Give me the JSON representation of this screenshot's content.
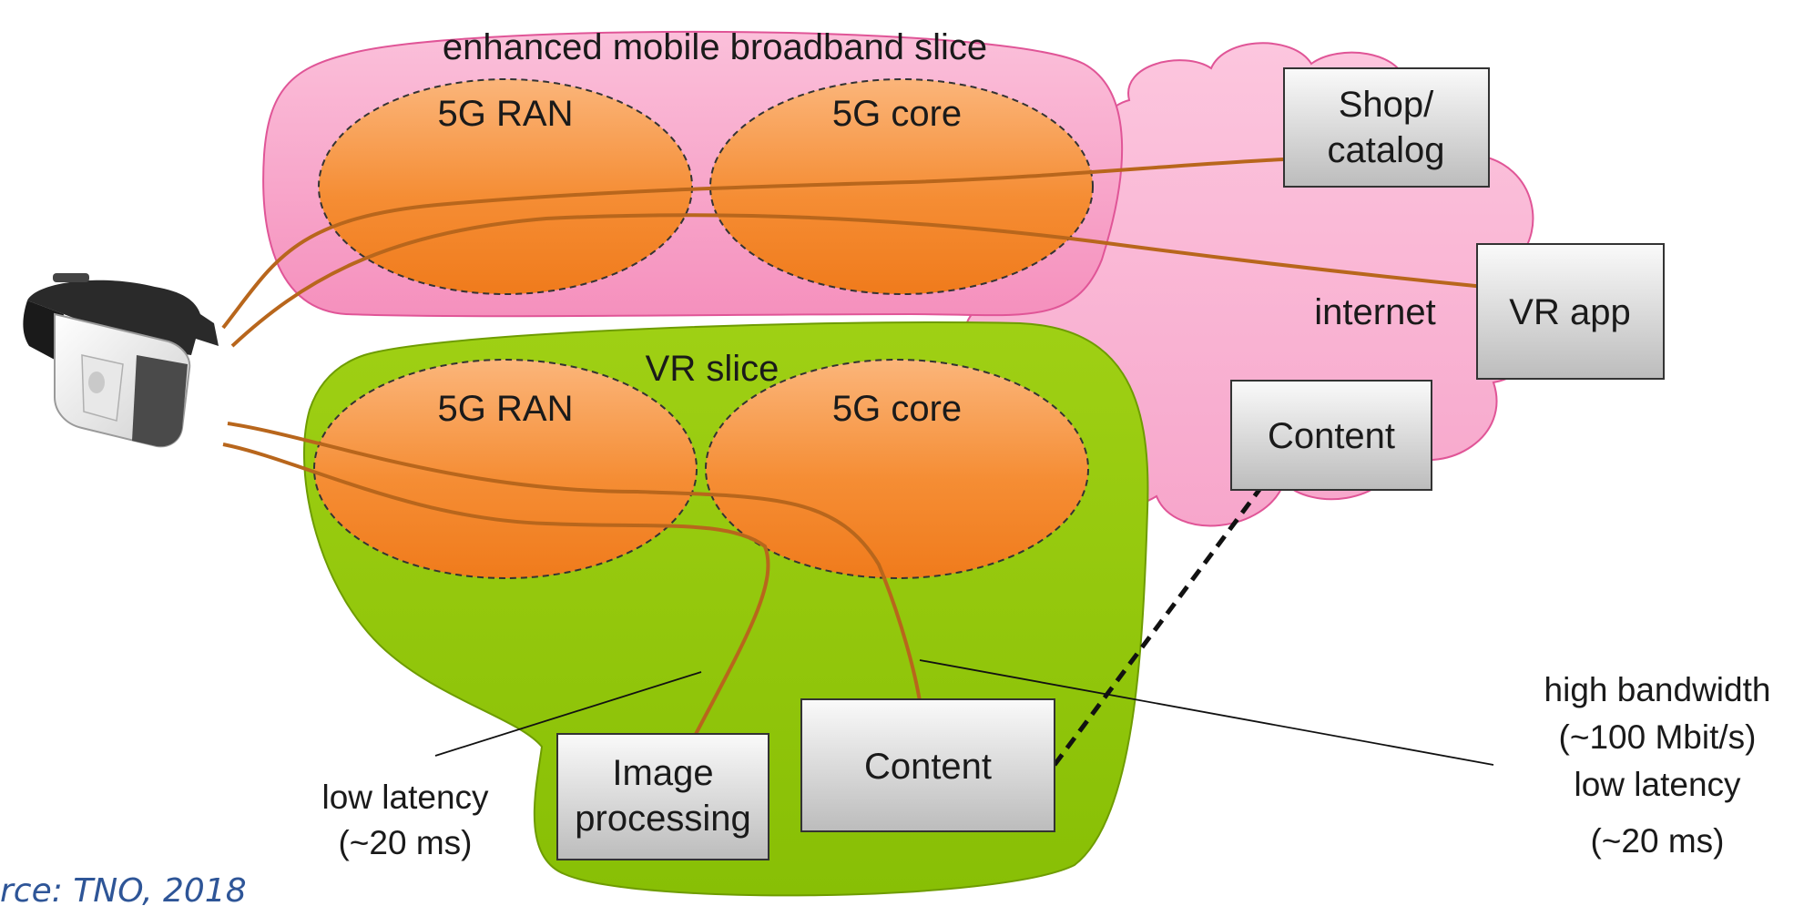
{
  "embb_slice": {
    "title": "enhanced mobile broadband slice",
    "ran": "5G RAN",
    "core": "5G core"
  },
  "vr_slice": {
    "title": "VR slice",
    "ran": "5G RAN",
    "core": "5G core"
  },
  "internet": {
    "label": "internet",
    "shop_line1": "Shop/",
    "shop_line2": "catalog",
    "vr_app": "VR app",
    "content": "Content"
  },
  "edge": {
    "image_line1": "Image",
    "image_line2": "processing",
    "content": "Content"
  },
  "annotations": {
    "low_latency_line1": "low latency",
    "low_latency_line2": "(~20 ms)",
    "hb_line1": "high bandwidth",
    "hb_line2": "(~100 Mbit/s)",
    "hb_line3": "low latency",
    "hb_line4": "(~20 ms)"
  },
  "source": "rce: TNO, 2018",
  "colors": {
    "embb_fill": "#f9a6cb",
    "vr_fill": "#93c90e",
    "ellipse_fill": "#f58a2b",
    "path": "#b8661c"
  },
  "icons": {
    "headset": "vr-headset-icon"
  }
}
